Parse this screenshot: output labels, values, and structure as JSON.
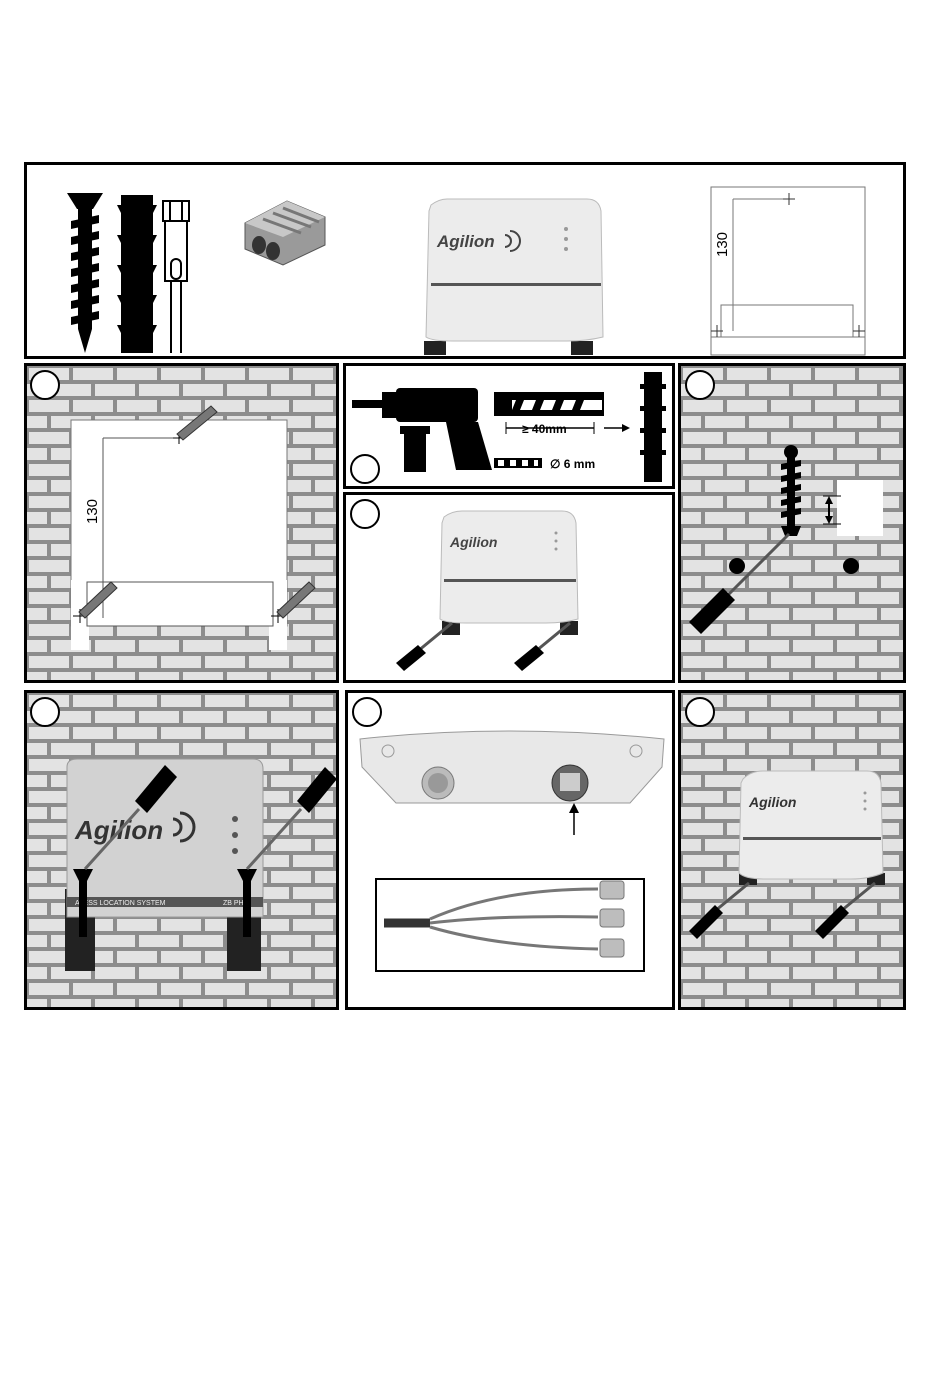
{
  "brand": "Agilion",
  "device_strip": "WIRELESS LOCATION SYSTEM",
  "device_strip_short": "ZB PHASE",
  "zoom_strip": "ALESS LOCATION SYSTEM",
  "zoom_strip_short": "ZB PHA",
  "template_dimension": "130",
  "drill_depth": "≥ 40mm",
  "drill_diameter": "∅ 6 mm"
}
